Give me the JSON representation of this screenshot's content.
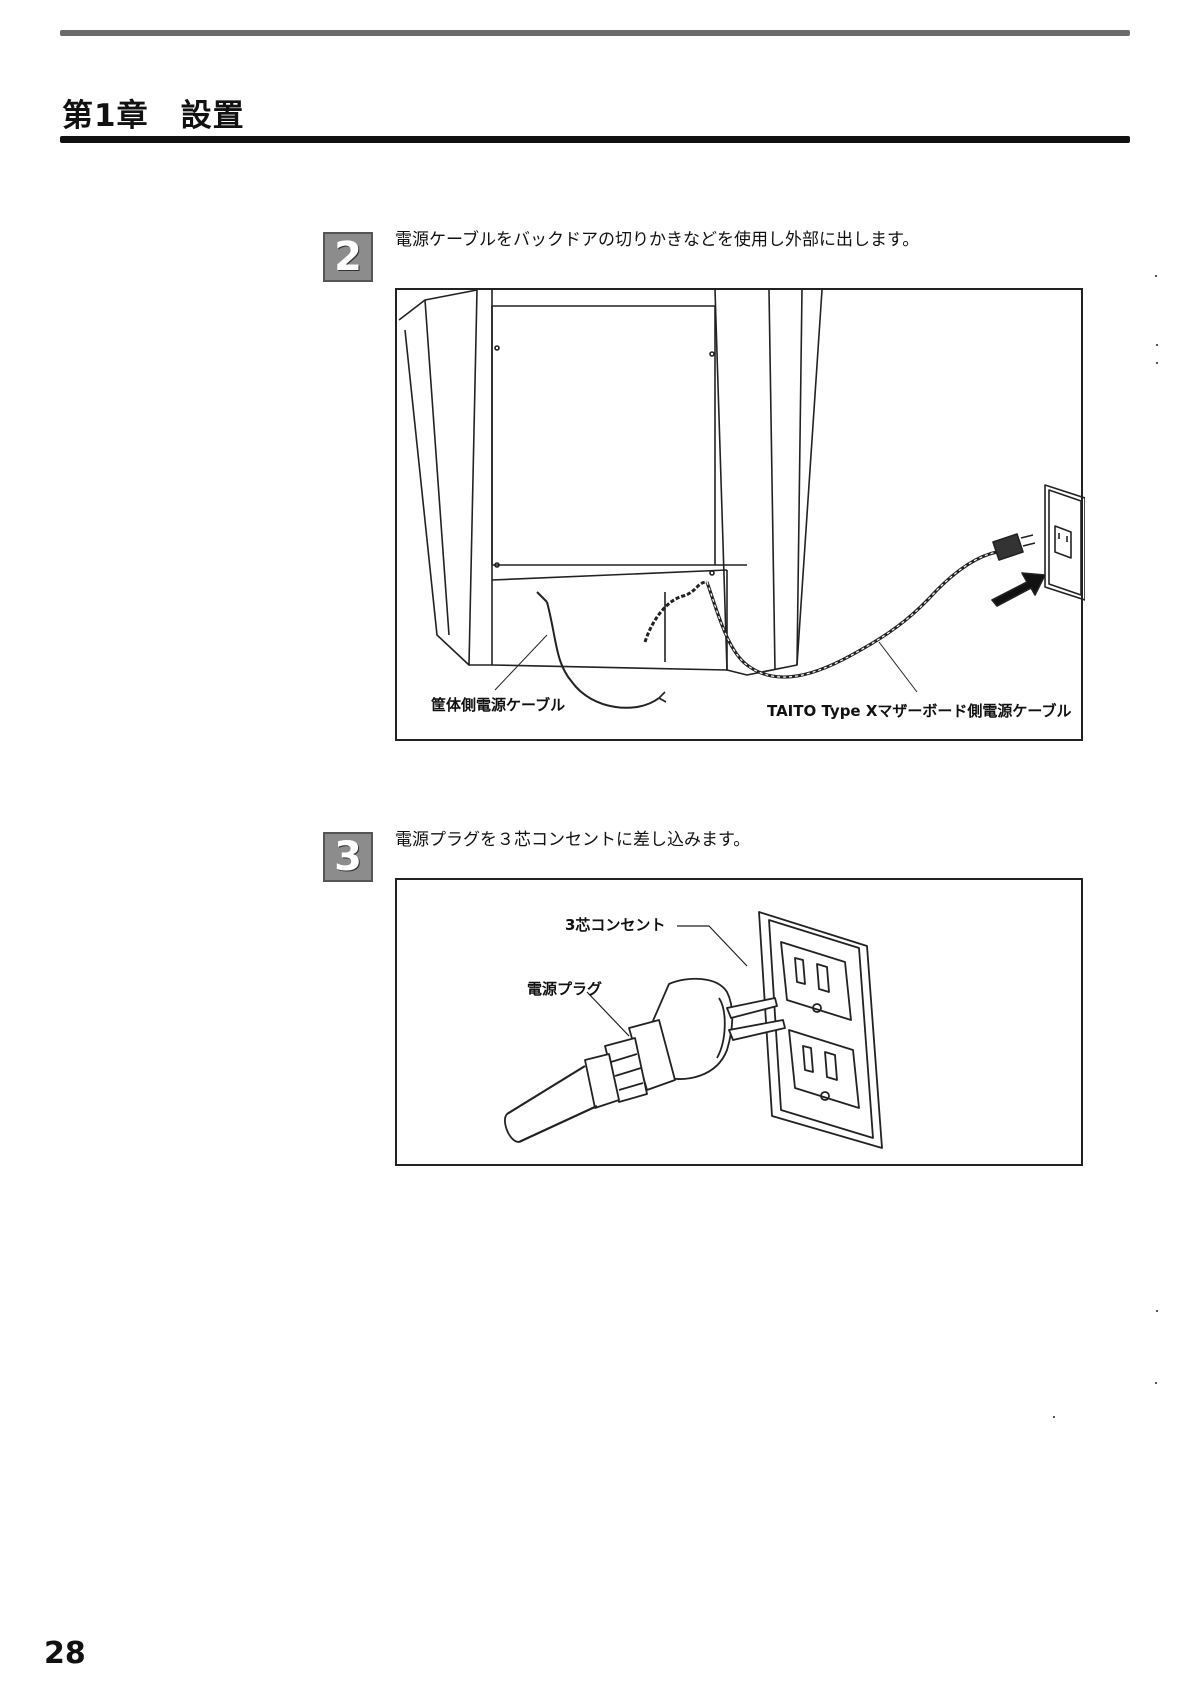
{
  "chapter": {
    "title": "第1章　設置"
  },
  "steps": [
    {
      "number": "2",
      "text": "電源ケーブルをバックドアの切りかきなどを使用し外部に出します。",
      "callouts": {
        "cabinet_cable": "筐体側電源ケーブル",
        "motherboard_cable": "TAITO Type Xマザーボード側電源ケーブル"
      }
    },
    {
      "number": "3",
      "text": "電源プラグを３芯コンセントに差し込みます。",
      "callouts": {
        "outlet": "3芯コンセント",
        "plug": "電源プラグ"
      }
    }
  ],
  "page": {
    "number": "28"
  },
  "colors": {
    "ink": "#111111",
    "badge": "#8c8c8c",
    "rule_gray": "#6a6a6a"
  }
}
